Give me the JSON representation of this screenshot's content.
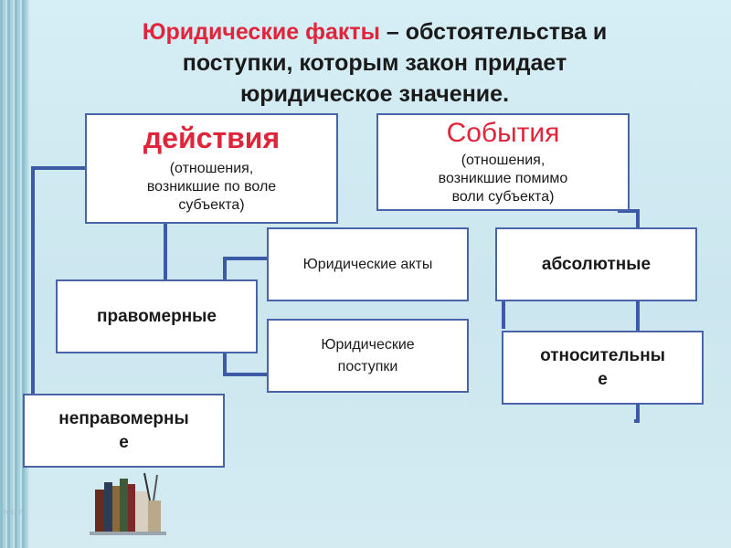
{
  "title": {
    "highlight": "Юридические факты",
    "rest_line1": " – обстоятельства и",
    "line2": "поступки, которым закон придает",
    "line3": "юридическое значение."
  },
  "actions": {
    "heading": "действия",
    "desc_line1": "(отношения,",
    "desc_line2": "возникшие по воле",
    "desc_line3": "субъекта)"
  },
  "events": {
    "heading": "События",
    "desc_line1": "(отношения,",
    "desc_line2": "возникшие помимо",
    "desc_line3": "воли субъекта)"
  },
  "lawful": "правомерные",
  "unlawful_line1": "неправомерны",
  "unlawful_line2": "е",
  "legal_acts": "Юридические акты",
  "legal_deeds_line1": "Юридические",
  "legal_deeds_line2": "поступки",
  "absolute": "абсолютные",
  "relative_line1": "относительны",
  "relative_line2": "е",
  "watermark": "http://...",
  "colors": {
    "accent_red": "#e0243a",
    "box_border": "#4a64a8",
    "connector": "#3d5aa6"
  }
}
